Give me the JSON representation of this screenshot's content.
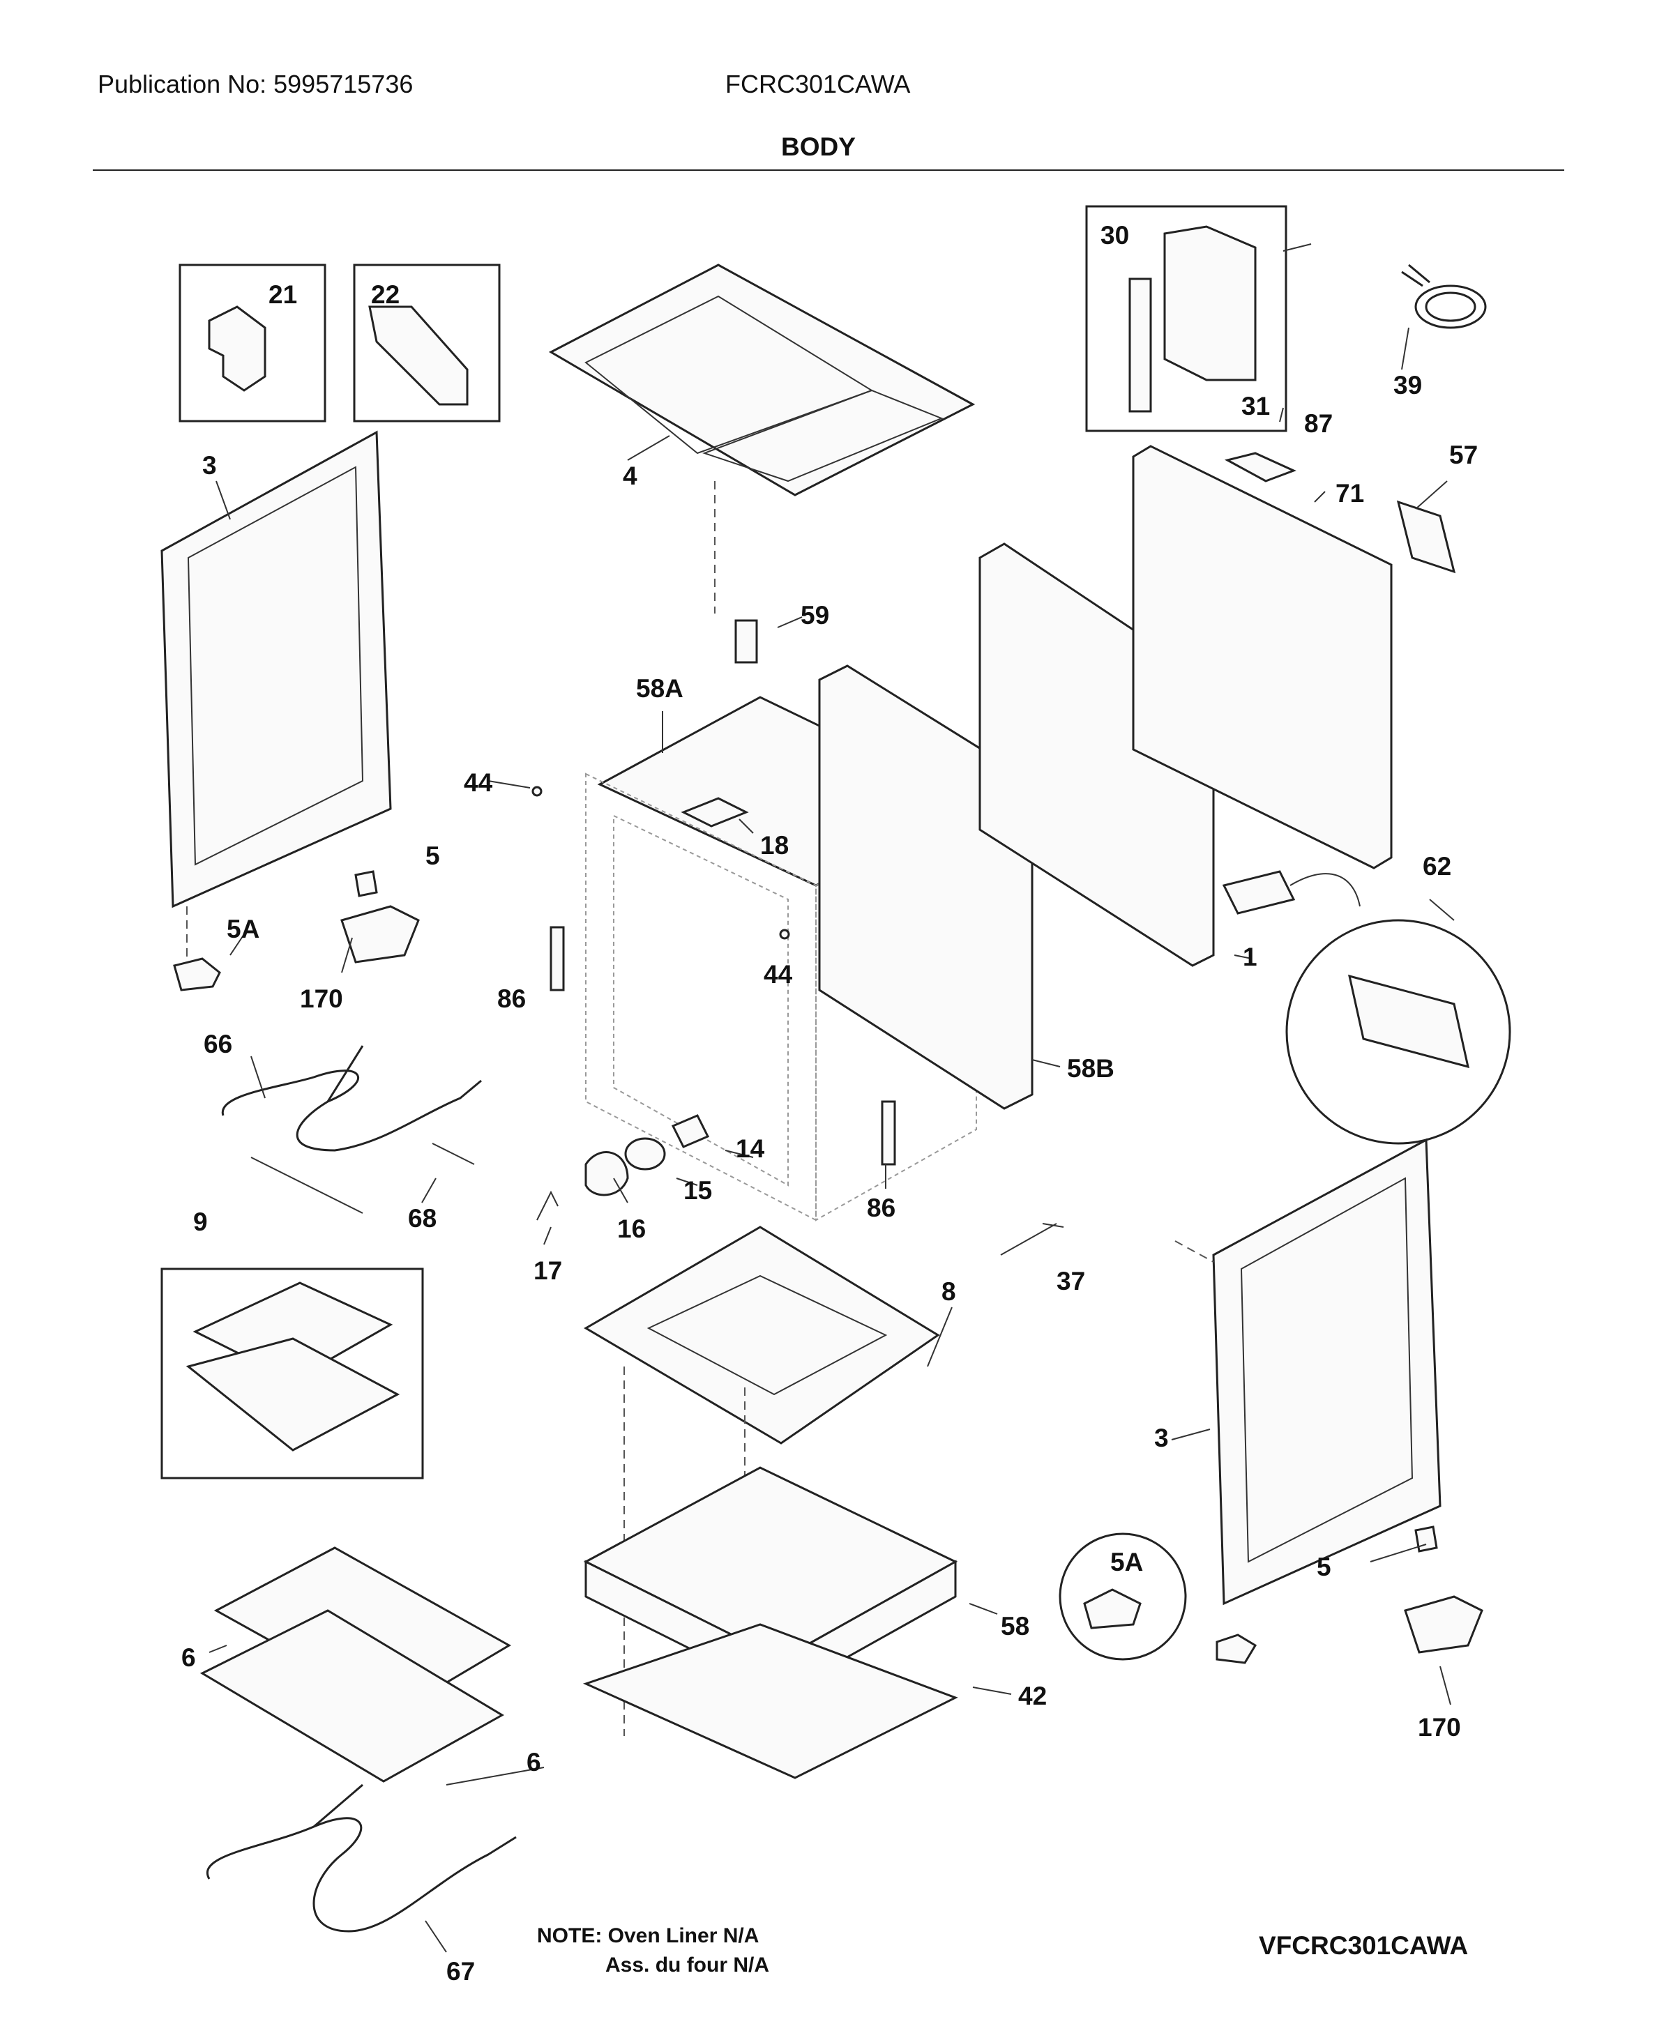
{
  "header": {
    "publication": "Publication No: 5995715736",
    "model": "FCRC301CAWA",
    "section": "BODY"
  },
  "callouts": {
    "c1": "1",
    "c3a": "3",
    "c3b": "3",
    "c4": "4",
    "c5a": "5",
    "c5b": "5",
    "c5Aa": "5A",
    "c5Ab": "5A",
    "c6a": "6",
    "c6b": "6",
    "c8": "8",
    "c9": "9",
    "c14": "14",
    "c15": "15",
    "c16": "16",
    "c17": "17",
    "c18": "18",
    "c21": "21",
    "c22": "22",
    "c30": "30",
    "c31": "31",
    "c37": "37",
    "c39": "39",
    "c42": "42",
    "c44a": "44",
    "c44b": "44",
    "c57": "57",
    "c58": "58",
    "c58A": "58A",
    "c58B": "58B",
    "c59": "59",
    "c62": "62",
    "c66": "66",
    "c67": "67",
    "c68": "68",
    "c71": "71",
    "c86a": "86",
    "c86b": "86",
    "c87": "87",
    "c170a": "170",
    "c170b": "170"
  },
  "footer": {
    "note_line1": "NOTE: Oven Liner N/A",
    "note_line2": "Ass. du four N/A",
    "drawing_code": "VFCRC301CAWA"
  }
}
